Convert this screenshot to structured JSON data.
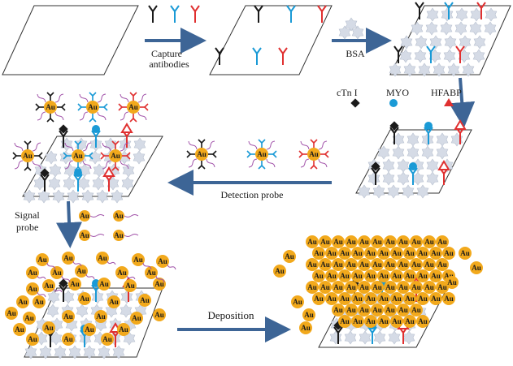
{
  "labels": {
    "capture_line1": "Capture",
    "capture_line2": "antibodies",
    "bsa": "BSA",
    "ctn": "cTn  I",
    "myo": "MYO",
    "hfabp": "HFABP",
    "detection_probe": "Detection probe",
    "signal_line1": "Signal",
    "signal_line2": "probe",
    "deposition": "Deposition",
    "au": "Au"
  },
  "colors": {
    "black_ab": "#1a1a1a",
    "cyan_ab": "#1a9ad6",
    "red_ab": "#e03030",
    "arrow": "#3d6596",
    "gold": "#f2a91c",
    "bsa": "#d5dbe6",
    "linker": "#a050a8"
  }
}
